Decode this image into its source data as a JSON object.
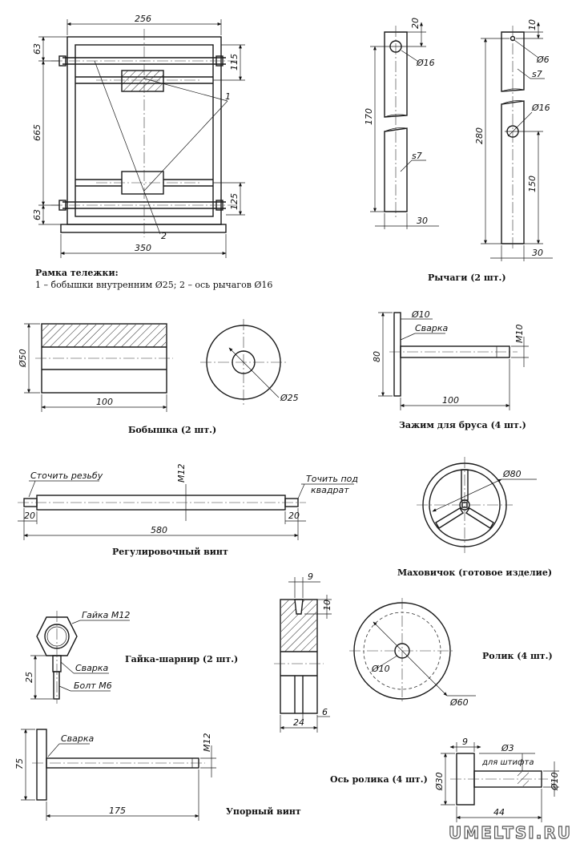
{
  "frame": {
    "dims": {
      "width_top": "256",
      "width_bottom": "350",
      "height": "665",
      "left_top": "63",
      "left_bottom": "63",
      "right_top": "115",
      "right_bottom": "125"
    },
    "callouts": {
      "c1": "1",
      "c2": "2"
    },
    "caption_title": "Рамка тележки:",
    "caption_text": "1 – бобышки внутренним Ø25; 2 – ось рычагов Ø16"
  },
  "lever_a": {
    "dims": {
      "d16": "Ø16",
      "top": "20",
      "len": "170",
      "s": "s7",
      "w": "30"
    }
  },
  "lever_b": {
    "dims": {
      "top": "10",
      "d6": "Ø6",
      "s": "s7",
      "d16": "Ø16",
      "len": "280",
      "low": "150",
      "w": "30"
    }
  },
  "levers_caption": "Рычаги (2 шт.)",
  "boss": {
    "dims": {
      "d50": "Ø50",
      "len": "100",
      "d25": "Ø25"
    },
    "caption": "Бобышка (2 шт.)"
  },
  "clamp": {
    "dims": {
      "d10": "Ø10",
      "weld": "Сварка",
      "m10": "M10",
      "h80": "80",
      "len": "100"
    },
    "caption": "Зажим для бруса (4 шт.)"
  },
  "screw": {
    "dims": {
      "note_left": "Сточить резьбу",
      "m12": "M12",
      "note_right_1": "Точить под",
      "note_right_2": "квадрат",
      "left": "20",
      "right": "20",
      "len": "580"
    },
    "caption": "Регулировочный винт"
  },
  "handwheel": {
    "dims": {
      "d80": "Ø80"
    },
    "caption": "Маховичок (готовое изделие)"
  },
  "nut": {
    "dims": {
      "nut": "Гайка M12",
      "weld": "Сварка",
      "bolt": "Болт M6",
      "h25": "25"
    },
    "caption": "Гайка-шарнир (2 шт.)"
  },
  "roller": {
    "dims": {
      "w9": "9",
      "h10": "10",
      "d10": "Ø10",
      "w6": "6",
      "w24": "24",
      "d60": "Ø60"
    },
    "caption": "Ролик (4 шт.)"
  },
  "stop_screw": {
    "dims": {
      "weld": "Сварка",
      "m12": "M12",
      "h75": "75",
      "len": "175"
    },
    "caption": "Упорный винт"
  },
  "axle": {
    "dims": {
      "w9": "9",
      "d3": "Ø3",
      "pin": "для штифта",
      "d30": "Ø30",
      "d10": "Ø10",
      "len": "44"
    },
    "caption": "Ось ролика (4 шт.)"
  },
  "watermark": "UMELTSI.RU"
}
